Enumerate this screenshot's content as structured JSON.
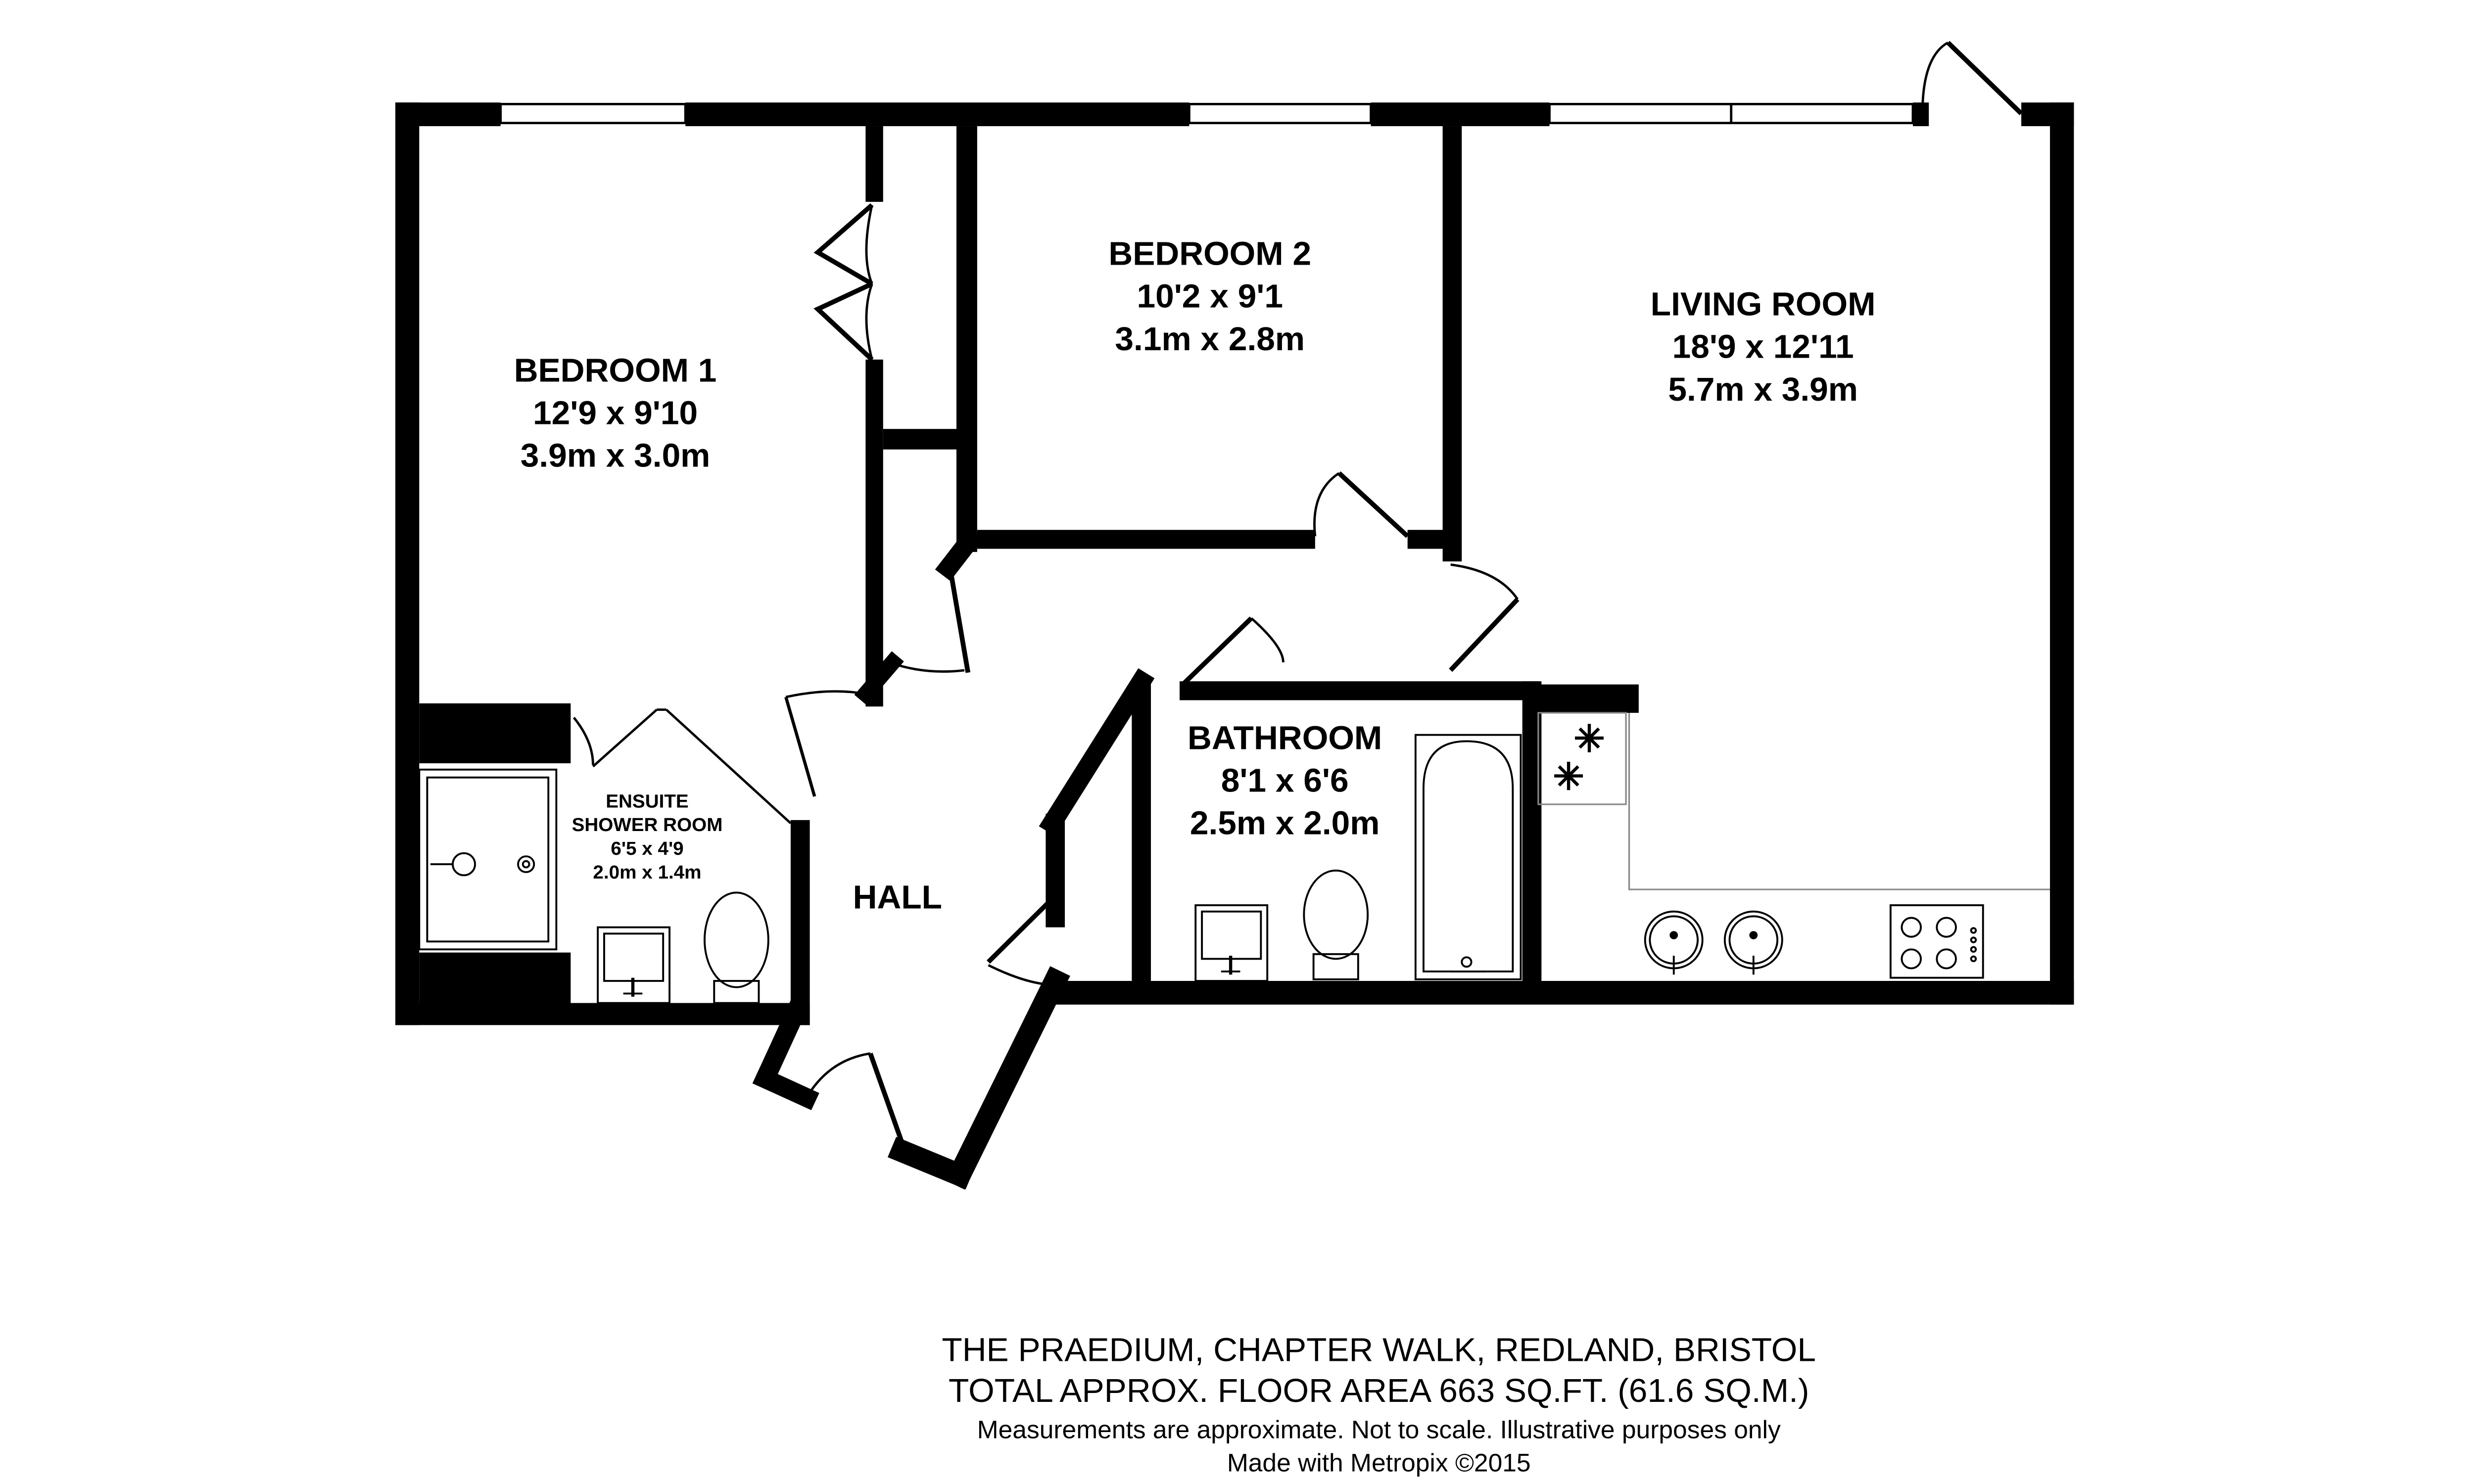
{
  "rooms": {
    "bedroom1": {
      "name": "BEDROOM 1",
      "imperial": "12'9 x 9'10",
      "metric": "3.9m x 3.0m"
    },
    "bedroom2": {
      "name": "BEDROOM 2",
      "imperial": "10'2 x 9'1",
      "metric": "3.1m x 2.8m"
    },
    "living": {
      "name": "LIVING ROOM",
      "imperial": "18'9 x 12'11",
      "metric": "5.7m x 3.9m"
    },
    "bathroom": {
      "name": "BATHROOM",
      "imperial": "8'1 x 6'6",
      "metric": "2.5m x 2.0m"
    },
    "ensuite": {
      "name1": "ENSUITE",
      "name2": "SHOWER ROOM",
      "imperial": "6'5 x 4'9",
      "metric": "2.0m x 1.4m"
    },
    "hall": {
      "name": "HALL"
    }
  },
  "footer": {
    "address": "THE PRAEDIUM, CHAPTER WALK, REDLAND, BRISTOL",
    "area": "TOTAL APPROX. FLOOR AREA 663 SQ.FT. (61.6 SQ.M.)",
    "disclaimer": "Measurements are approximate.  Not to scale.  Illustrative purposes only",
    "credit": "Made with Metropix ©2015"
  },
  "icons": [
    "fridge-snowflake-icon",
    "freezer-snowflake-icon",
    "hob-icon",
    "sink-icon",
    "toilet-icon",
    "bath-icon",
    "shower-icon",
    "basin-icon"
  ],
  "colors": {
    "wall": "#000000",
    "background": "#ffffff",
    "fixture_line": "#000000"
  }
}
